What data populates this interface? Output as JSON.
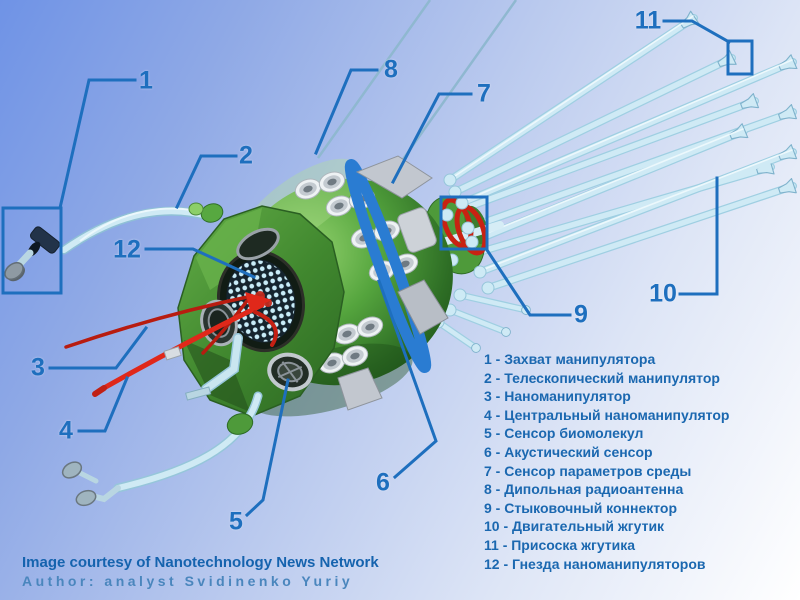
{
  "colors": {
    "callout_blue": "#1e6fbe",
    "body_green": "#4d9c3c",
    "ring_blue": "#2a7cd2",
    "tube_cyan": "#cfeaf5",
    "manipulator_red": "#cc2013",
    "legend_text": "#1b68b0",
    "background_top_left": "#6f93e6",
    "background_bottom_right": "#ffffff"
  },
  "callouts": [
    {
      "label": "1"
    },
    {
      "label": "2"
    },
    {
      "label": "3"
    },
    {
      "label": "4"
    },
    {
      "label": "5"
    },
    {
      "label": "6"
    },
    {
      "label": "7"
    },
    {
      "label": "8"
    },
    {
      "label": "9"
    },
    {
      "label": "10"
    },
    {
      "label": "11"
    },
    {
      "label": "12"
    }
  ],
  "legend": {
    "items": [
      "1 - Захват манипулятора",
      "2 - Телескопический манипулятор",
      "3 - Наноманипулятор",
      "4 - Центральный наноманипулятор",
      "5 - Сенсор биомолекул",
      "6 - Акустический сенсор",
      "7 - Сенсор параметров среды",
      "8 - Дипольная радиоантенна",
      "9 - Стыковочный коннектор",
      "10 - Двигательный жгутик",
      "11 - Присоска жгутика",
      "12 - Гнезда наноманипуляторов"
    ]
  },
  "credits": {
    "line1": "Image courtesy of Nanotechnology News Network",
    "line2": "Author: analyst Svidinenko Yuriy"
  }
}
